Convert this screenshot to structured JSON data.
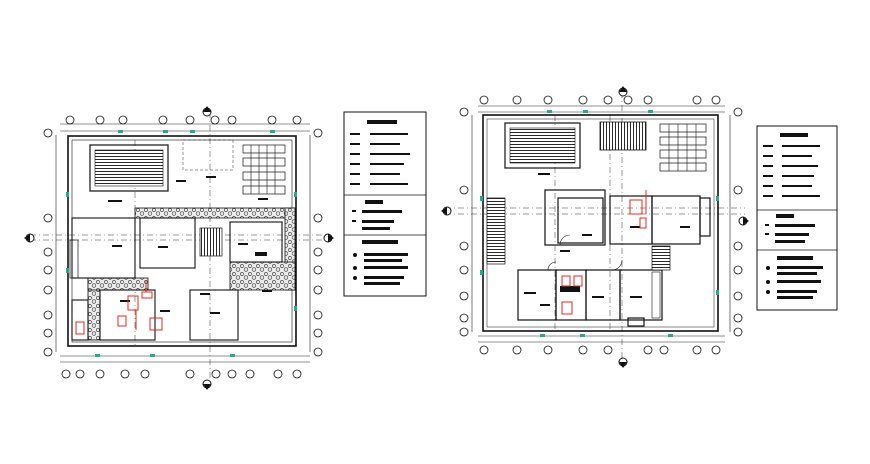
{
  "colors": {
    "line": "#111111",
    "axis": "#222222",
    "accent_red": "#e8281e",
    "marker_teal": "#2aa88f",
    "hatch_fill": "#e6e6e6",
    "background": "#ffffff"
  },
  "plans": {
    "left": {
      "grid_axes": {
        "top_count": 10,
        "bottom_count": 11,
        "left_count": 9,
        "right_count": 9
      },
      "legend_panel": {
        "sections": 3
      }
    },
    "right": {
      "grid_axes": {
        "top_count": 10,
        "bottom_count": 10,
        "left_count": 7,
        "right_count": 7
      },
      "legend_panel": {
        "sections": 3
      }
    }
  }
}
